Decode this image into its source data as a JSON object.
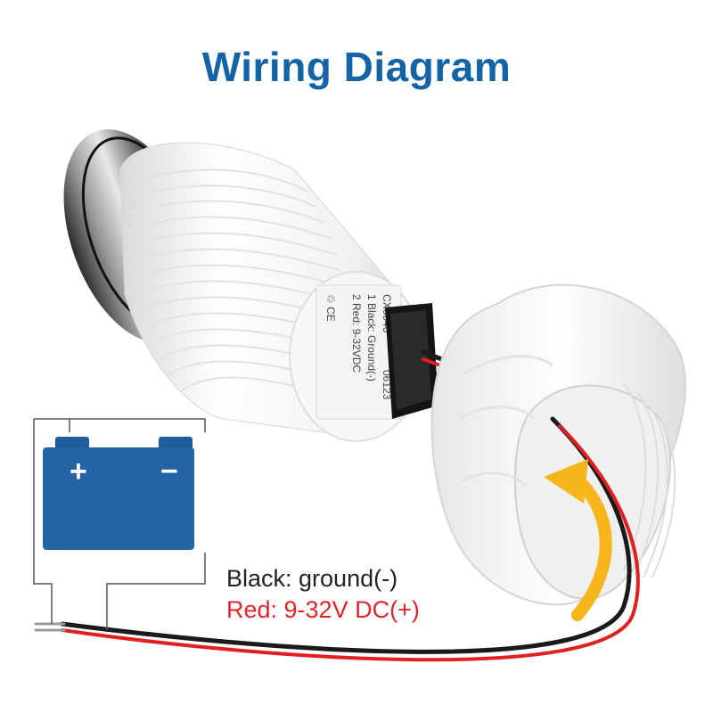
{
  "title": "Wiring Diagram",
  "colors": {
    "title": "#1463a6",
    "battery": "#2463a4",
    "battery_terminal": "#1f5e9c",
    "wire_black": "#1a1a1a",
    "wire_red": "#e02020",
    "legend_black": "#222222",
    "legend_red": "#e0262a",
    "arrow": "#f6b51a",
    "housing": "#f3f3f3"
  },
  "battery": {
    "positive_symbol": "+",
    "negative_symbol": "−"
  },
  "legend": {
    "black_label": "Black: ground(-)",
    "red_label": "Red: 9-32V DC(+)"
  },
  "product_label": {
    "model": "CX6040",
    "code": "06123",
    "line1": "1 Black: Ground(-)",
    "line2": "2 Red: 9-32VDC",
    "marks": "♲  CE"
  },
  "icons": {
    "arrow": "curved-arrow-icon",
    "battery": "battery-icon",
    "recycle": "recycle-icon"
  }
}
